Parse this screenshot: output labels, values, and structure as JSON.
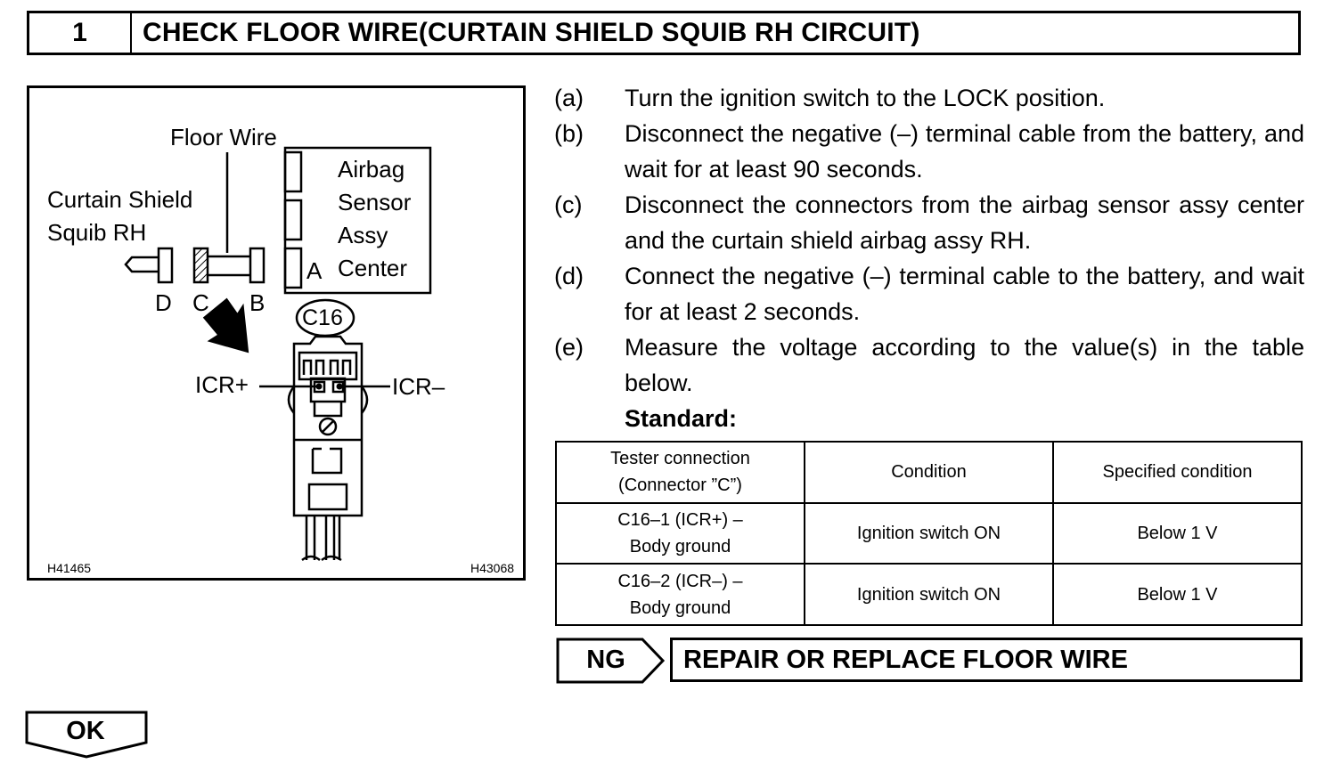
{
  "header": {
    "step_number": "1",
    "title": "CHECK FLOOR WIRE(CURTAIN SHIELD SQUIB RH CIRCUIT)"
  },
  "figure": {
    "floor_wire": "Floor Wire",
    "curtain_shield_1": "Curtain Shield",
    "curtain_shield_2": "Squib RH",
    "airbag_1": "Airbag",
    "airbag_2": "Sensor",
    "airbag_3": "Assy",
    "airbag_4": "Center",
    "conn_a": "A",
    "conn_b": "B",
    "conn_c": "C",
    "conn_d": "D",
    "connector_id": "C16",
    "icr_plus": "ICR+",
    "icr_minus": "ICR–",
    "code_left": "H41465",
    "code_right": "H43068"
  },
  "steps": [
    {
      "label": "(a)",
      "text": "Turn the ignition switch to the LOCK position."
    },
    {
      "label": "(b)",
      "text": "Disconnect the negative (–) terminal cable from the battery, and wait for at least 90 seconds."
    },
    {
      "label": "(c)",
      "text": "Disconnect the connectors from the airbag sensor assy center and the curtain shield airbag assy RH."
    },
    {
      "label": "(d)",
      "text": "Connect the negative (–) terminal cable to the battery, and wait for at least 2 seconds."
    },
    {
      "label": "(e)",
      "text": "Measure the voltage according to the value(s) in the table below."
    }
  ],
  "standard_label": "Standard:",
  "table": {
    "headers": {
      "tester_1": "Tester connection",
      "tester_2": "(Connector ”C”)",
      "condition": "Condition",
      "specified": "Specified condition"
    },
    "rows": [
      {
        "conn_1": "C16–1 (ICR+) –",
        "conn_2": "Body ground",
        "condition": "Ignition switch ON",
        "specified": "Below 1 V"
      },
      {
        "conn_1": "C16–2 (ICR–) –",
        "conn_2": "Body ground",
        "condition": "Ignition switch ON",
        "specified": "Below 1 V"
      }
    ]
  },
  "ng": {
    "label": "NG",
    "result": "REPAIR OR REPLACE FLOOR WIRE"
  },
  "ok": {
    "label": "OK"
  }
}
